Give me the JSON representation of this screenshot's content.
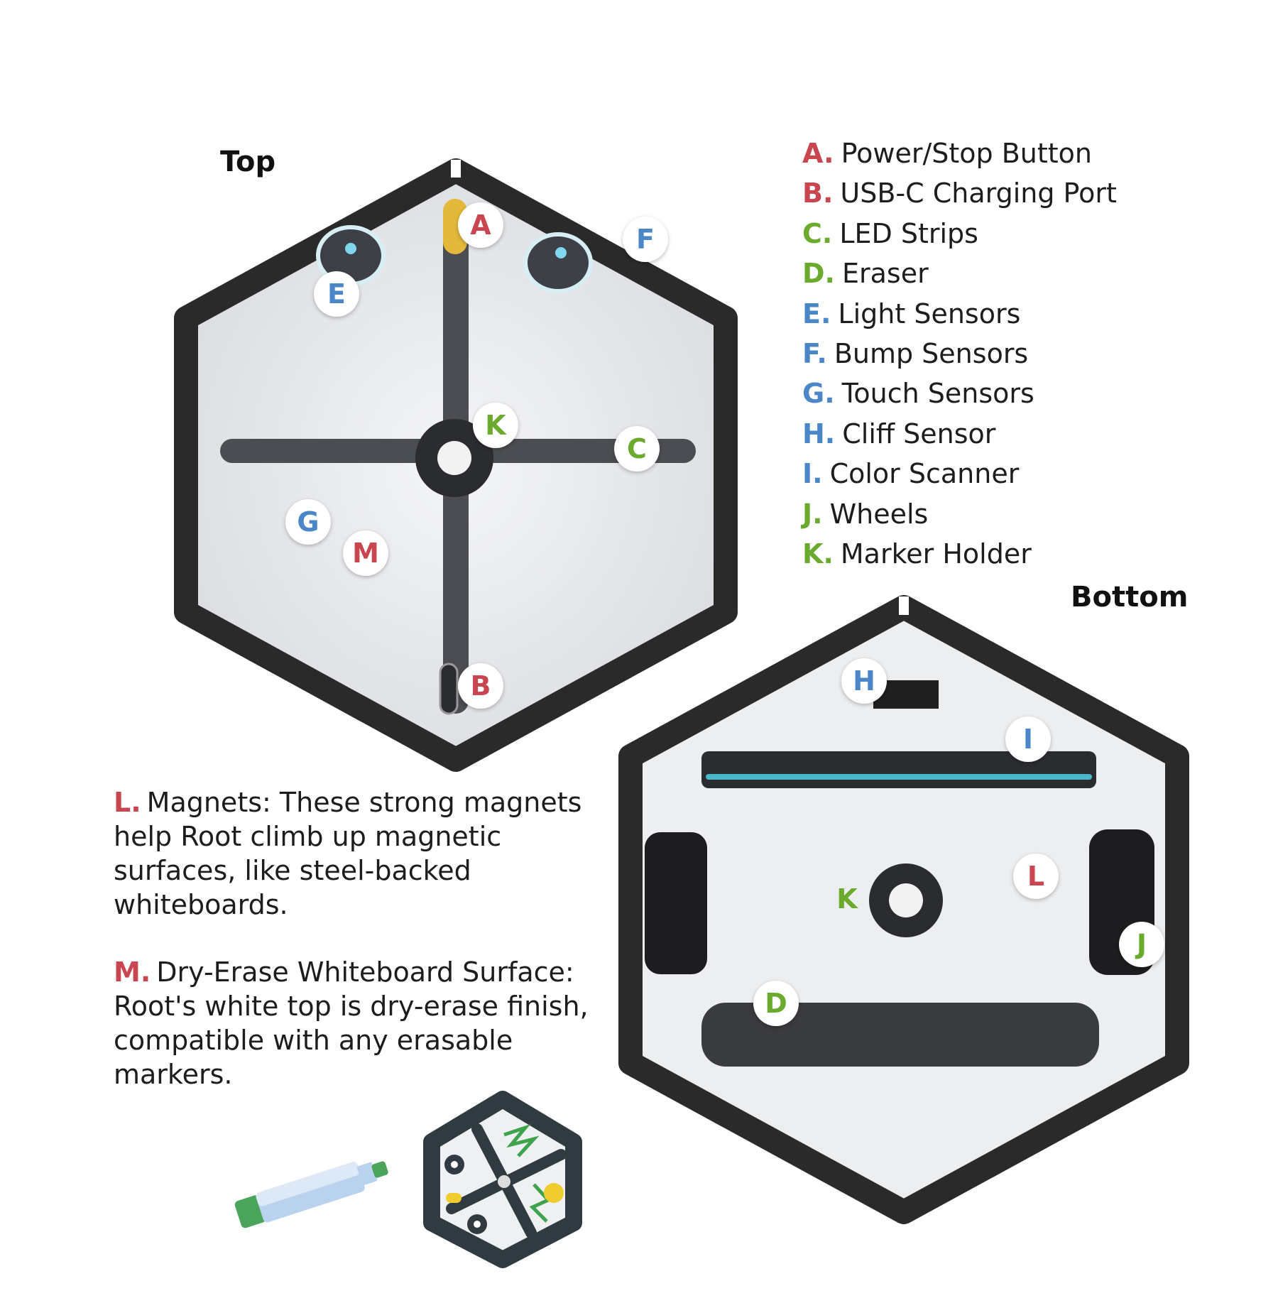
{
  "titles": {
    "top": "Top",
    "bottom": "Bottom"
  },
  "colors": {
    "red": "#c9454f",
    "green": "#6aab2e",
    "blue": "#4a86c8"
  },
  "legend": [
    {
      "letter": "A.",
      "text": "Power/Stop Button",
      "color": "red"
    },
    {
      "letter": "B.",
      "text": "USB-C Charging Port",
      "color": "red"
    },
    {
      "letter": "C.",
      "text": "LED Strips",
      "color": "green"
    },
    {
      "letter": "D.",
      "text": "Eraser",
      "color": "green"
    },
    {
      "letter": "E.",
      "text": "Light Sensors",
      "color": "blue"
    },
    {
      "letter": "F.",
      "text": "Bump Sensors",
      "color": "blue"
    },
    {
      "letter": "G.",
      "text": "Touch Sensors",
      "color": "blue"
    },
    {
      "letter": "H.",
      "text": "Cliff Sensor",
      "color": "blue"
    },
    {
      "letter": "I.",
      "text": "Color Scanner",
      "color": "blue"
    },
    {
      "letter": "J.",
      "text": "Wheels",
      "color": "green"
    },
    {
      "letter": "K.",
      "text": "Marker Holder",
      "color": "green"
    }
  ],
  "notes": [
    {
      "letter": "L.",
      "text": "Magnets: These strong magnets help Root climb up magnetic surfaces, like steel-backed whiteboards."
    },
    {
      "letter": "M.",
      "text": "Dry-Erase Whiteboard Surface: Root's white top is dry-erase finish, compatible with any erasable markers."
    }
  ],
  "callouts_top": [
    "A",
    "E",
    "F",
    "K",
    "C",
    "G",
    "M",
    "B"
  ],
  "callouts_bottom": [
    "H",
    "I",
    "L",
    "K",
    "J",
    "D"
  ]
}
